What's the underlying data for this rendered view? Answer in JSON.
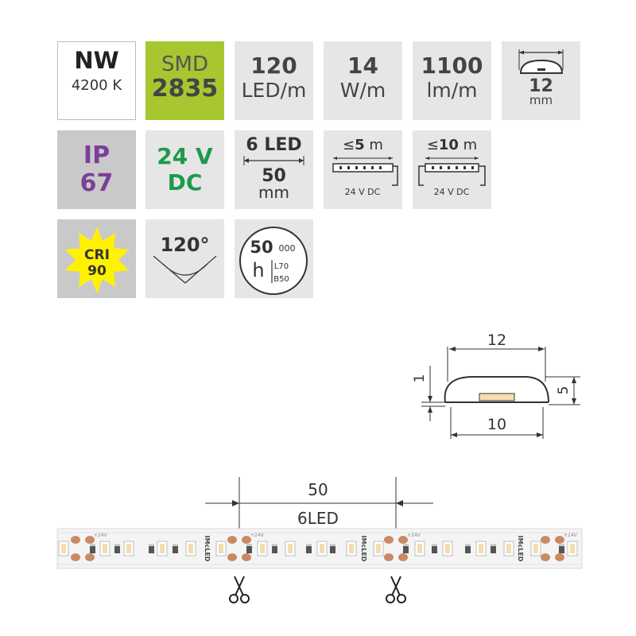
{
  "tiles": {
    "color_temp": {
      "code": "NW",
      "kelvin": "4200 K"
    },
    "chip": {
      "type": "SMD",
      "model": "2835"
    },
    "density": {
      "value": "120",
      "unit": "LED/m"
    },
    "power": {
      "value": "14",
      "unit": "W/m"
    },
    "flux": {
      "value": "1100",
      "unit": "lm/m"
    },
    "width": {
      "value": "12",
      "unit": "mm"
    },
    "ip": {
      "label": "IP",
      "value": "67"
    },
    "voltage": {
      "value": "24 V",
      "type": "DC"
    },
    "segment": {
      "leds": "6 LED",
      "length": "50",
      "unit": "mm"
    },
    "single_feed": {
      "prefix": "≤",
      "len": "5",
      "unit": "m",
      "voltage": "24 V DC"
    },
    "double_feed": {
      "prefix": "≤",
      "len": "10",
      "unit": "m",
      "voltage": "24 V DC"
    },
    "cri": {
      "label": "CRI",
      "value": "90"
    },
    "beam": {
      "angle": "120°"
    },
    "lifetime": {
      "hours": "50",
      "thousands": "000",
      "unit": "h",
      "l": "L70",
      "b": "B50"
    }
  },
  "profile": {
    "width_top": "12",
    "width_bottom": "10",
    "height": "5",
    "base": "1"
  },
  "strip": {
    "segment_length": "50",
    "segment_leds": "6LED",
    "brand": "IMcLED",
    "pad_voltage": "+24V"
  },
  "colors": {
    "smd_green": "#a7c630",
    "ip_purple": "#7b3f98",
    "dc_green": "#1d9a4a",
    "cri_yellow": "#fff200",
    "pad_copper": "#c98a63"
  }
}
